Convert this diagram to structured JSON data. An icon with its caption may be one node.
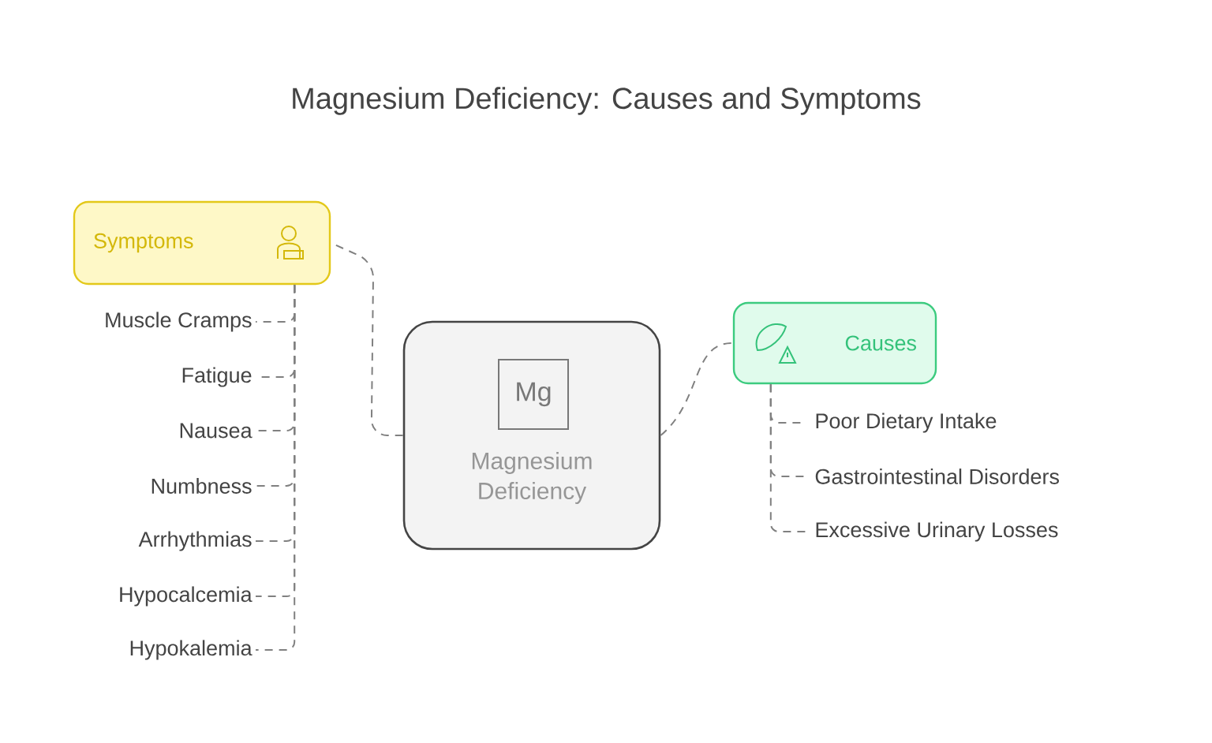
{
  "diagram": {
    "title": "Magnesium Deficiency: Causes and Symptoms",
    "nodes": [
      {
        "text": [
          "Symptoms"
        ]
      },
      {
        "text": [
          "Mg",
          "Magnesium Deficiency"
        ]
      },
      {
        "text": [
          "Causes"
        ]
      },
      {
        "text": [
          "Muscle Cramps"
        ]
      },
      {
        "text": [
          "Fatigue"
        ]
      },
      {
        "text": [
          "Nausea"
        ]
      },
      {
        "text": [
          "Numbness"
        ]
      },
      {
        "text": [
          "Arrhythmias"
        ]
      },
      {
        "text": [
          "Hypocalcemia"
        ]
      },
      {
        "text": [
          "Hypokalemia"
        ]
      },
      {
        "text": [
          "Poor Dietary Intake"
        ]
      },
      {
        "text": [
          "Gastrointestinal Disorders"
        ]
      },
      {
        "text": [
          "Excessive Urinary Losses"
        ]
      }
    ],
    "edges": [
      {
        "from": 1,
        "to": 0,
        "arrow": "none"
      },
      {
        "from": 1,
        "to": 2,
        "arrow": "none"
      },
      {
        "from": 0,
        "to": 3,
        "arrow": "none"
      },
      {
        "from": 0,
        "to": 4,
        "arrow": "none"
      },
      {
        "from": 0,
        "to": 5,
        "arrow": "none"
      },
      {
        "from": 0,
        "to": 6,
        "arrow": "none"
      },
      {
        "from": 0,
        "to": 7,
        "arrow": "none"
      },
      {
        "from": 0,
        "to": 8,
        "arrow": "none"
      },
      {
        "from": 0,
        "to": 9,
        "arrow": "none"
      },
      {
        "from": 2,
        "to": 10,
        "arrow": "none"
      },
      {
        "from": 2,
        "to": 11,
        "arrow": "none"
      },
      {
        "from": 2,
        "to": 12,
        "arrow": "none"
      }
    ]
  }
}
